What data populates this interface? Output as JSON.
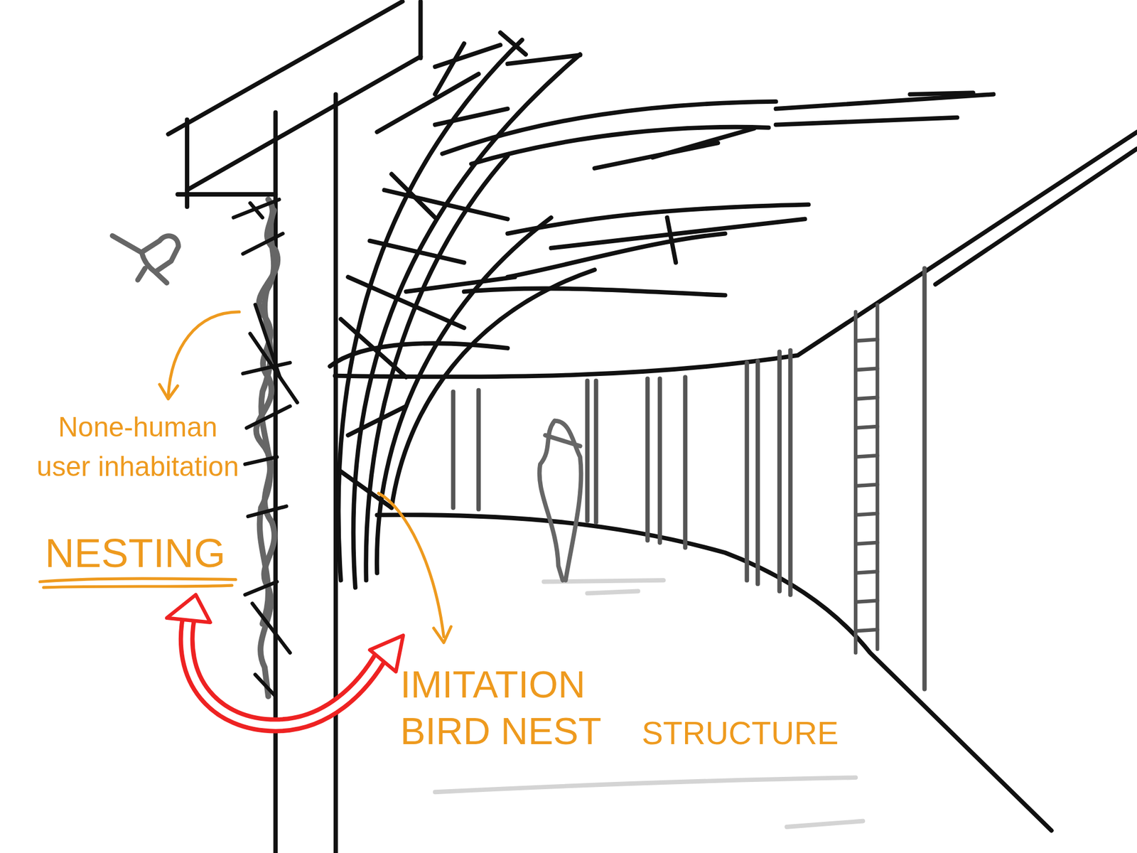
{
  "diagram": {
    "labels": [
      "None-human user inhabitation",
      "NESTING",
      "IMITATION BIRD NEST",
      "STRUCTURE"
    ]
  }
}
